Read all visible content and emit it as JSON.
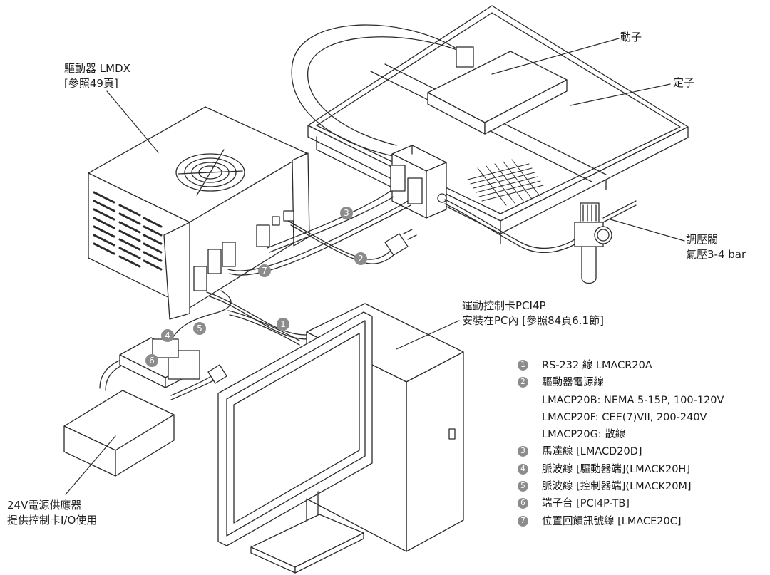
{
  "labels": {
    "mover": "動子",
    "stator": "定子",
    "driver_line1": "驅動器 LMDX",
    "driver_line2": "[參照49頁]",
    "regulator_line1": "調壓閥",
    "regulator_line2": "氣壓3-4 bar",
    "card_line1": "運動控制卡PCI4P",
    "card_line2": "安裝在PC內 [參照84頁6.1節]",
    "psu_line1": "24V電源供應器",
    "psu_line2": "提供控制卡I/O使用"
  },
  "callouts": [
    "1",
    "2",
    "3",
    "4",
    "5",
    "6",
    "7"
  ],
  "legend": [
    {
      "num": "1",
      "text": "RS-232 線 LMACR20A"
    },
    {
      "num": "2",
      "text": "驅動器電源線"
    },
    {
      "num": "",
      "text": "LMACP20B: NEMA 5-15P, 100-120V"
    },
    {
      "num": "",
      "text": "LMACP20F: CEE(7)VII, 200-240V"
    },
    {
      "num": "",
      "text": "LMACP20G: 散線"
    },
    {
      "num": "3",
      "text": "馬達線 [LMACD20D]"
    },
    {
      "num": "4",
      "text": "脈波線 [驅動器端](LMACK20H]"
    },
    {
      "num": "5",
      "text": "脈波線 [控制器端](LMACK20M]"
    },
    {
      "num": "6",
      "text": "端子台 [PCI4P-TB]"
    },
    {
      "num": "7",
      "text": "位置回饋訊號線 [LMACE20C]"
    }
  ],
  "colors": {
    "line": "#2b2b2b",
    "callout_fill": "#8c8c8c",
    "callout_text": "#ffffff"
  }
}
